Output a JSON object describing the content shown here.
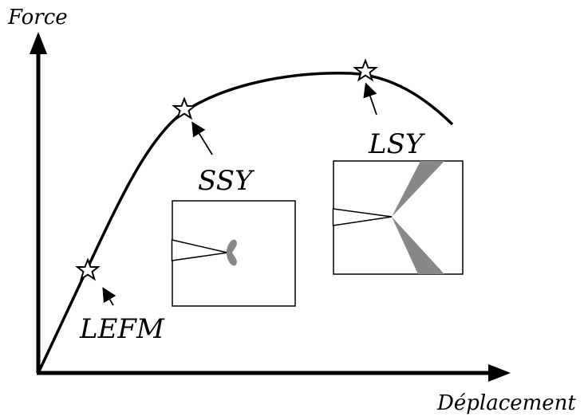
{
  "axes": {
    "y_label": "Force",
    "x_label": "Déplacement"
  },
  "regimes": [
    {
      "label": "LEFM"
    },
    {
      "label": "SSY"
    },
    {
      "label": "LSY"
    }
  ],
  "colors": {
    "line": "#000000",
    "plastic_zone": "#888888",
    "background": "#ffffff"
  }
}
